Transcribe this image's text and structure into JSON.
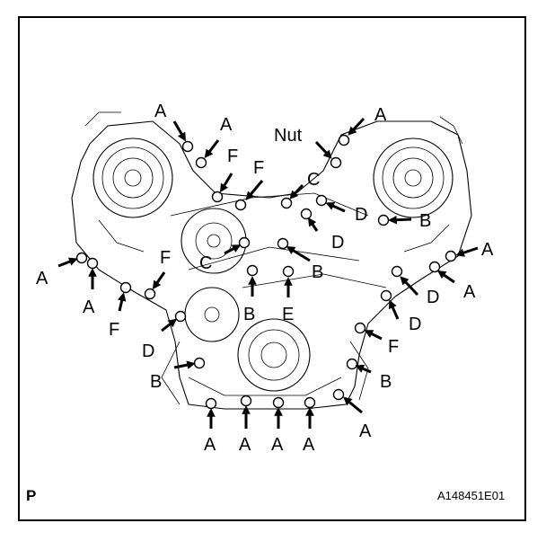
{
  "diagram": {
    "view_mark": "P",
    "figure_code": "A148451E01",
    "labels": {
      "a1": "A",
      "a2": "A",
      "nut": "Nut",
      "a3": "A",
      "f1": "F",
      "f2": "F",
      "c1": "C",
      "d1": "D",
      "b1": "B",
      "d2": "D",
      "a4": "A",
      "c2": "C",
      "f3": "F",
      "b2": "B",
      "a5": "A",
      "a6": "A",
      "d3": "D",
      "a7": "A",
      "f4": "F",
      "b3": "B",
      "e1": "E",
      "d4": "D",
      "d5": "D",
      "f5": "F",
      "b4": "B",
      "b5": "B",
      "a8": "A",
      "a9": "A",
      "a10": "A",
      "a11": "A",
      "a12": "A"
    }
  }
}
